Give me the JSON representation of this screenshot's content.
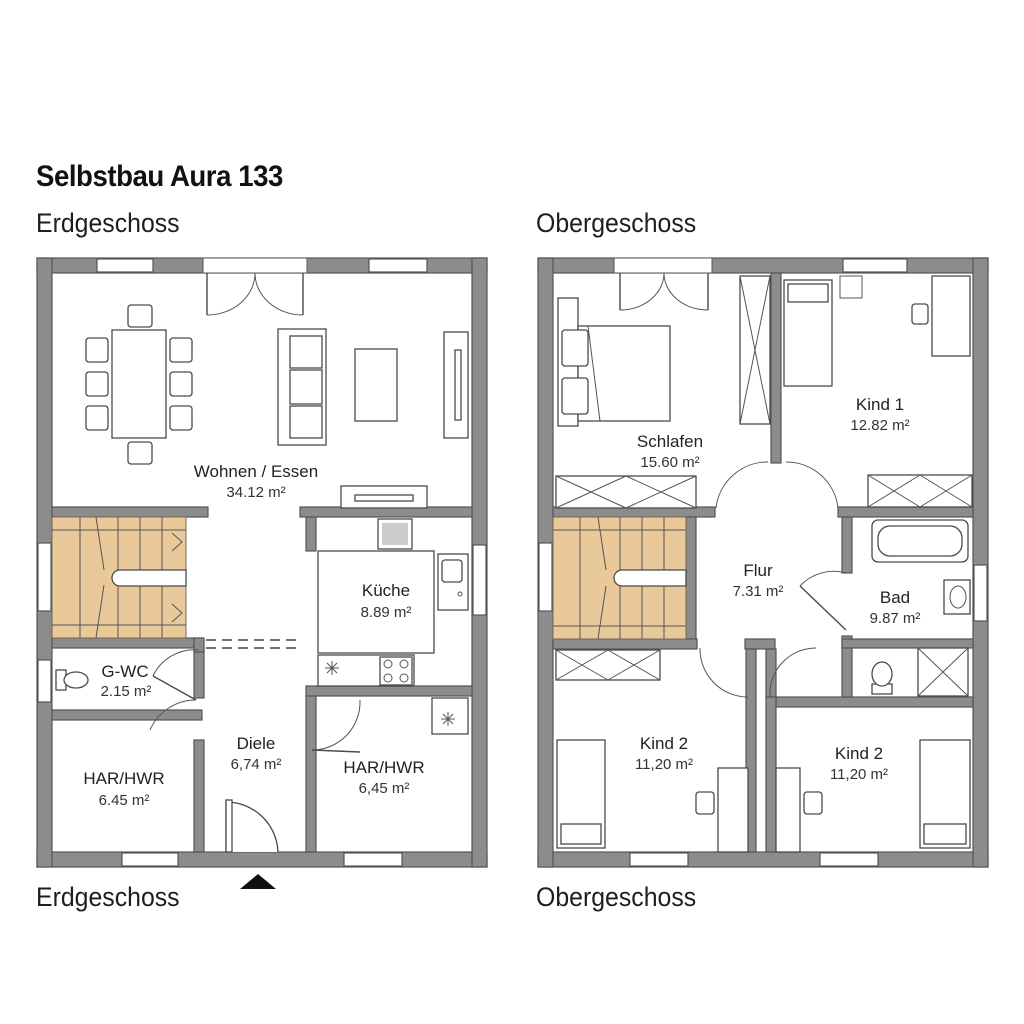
{
  "title": "Selbstbau Aura 133",
  "floors": {
    "ground": {
      "label_top": "Erdgeschoss",
      "label_bottom": "Erdgeschoss",
      "rooms": [
        {
          "name": "Wohnen / Essen",
          "area": "34.12 m²"
        },
        {
          "name": "Küche",
          "area": "8.89 m²"
        },
        {
          "name": "G-WC",
          "area": "2.15 m²"
        },
        {
          "name": "Diele",
          "area": "6,74 m²"
        },
        {
          "name": "HAR/HWR",
          "area": "6.45 m²"
        },
        {
          "name": "HAR/HWR",
          "area": "6,45 m²"
        }
      ]
    },
    "upper": {
      "label_top": "Obergeschoss",
      "label_bottom": "Obergeschoss",
      "rooms": [
        {
          "name": "Schlafen",
          "area": "15.60 m²"
        },
        {
          "name": "Kind 1",
          "area": "12.82 m²"
        },
        {
          "name": "Flur",
          "area": "7.31 m²"
        },
        {
          "name": "Bad",
          "area": "9.87 m²"
        },
        {
          "name": "Kind 2",
          "area": "11,20 m²"
        },
        {
          "name": "Kind 2",
          "area": "11,20 m²"
        }
      ]
    }
  },
  "colors": {
    "wall": "#8c8c8c",
    "stair": "#e9c99a",
    "background": "#ffffff"
  }
}
